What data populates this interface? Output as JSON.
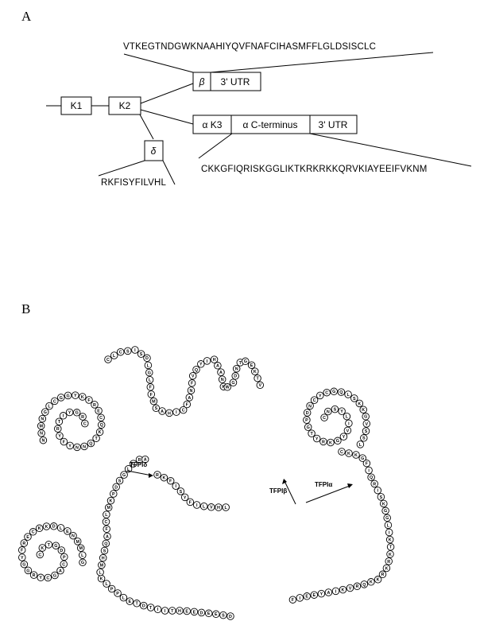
{
  "panel_a": {
    "label": "A",
    "boxes": {
      "k1": "K1",
      "k2": "K2",
      "beta_symbol": "β",
      "beta_utr": "3' UTR",
      "alpha_k3": "α K3",
      "alpha_cterm": "α C-terminus",
      "alpha_utr": "3' UTR",
      "delta_symbol": "δ"
    },
    "sequences": {
      "beta": "VTKEGTNDGWKNAAHIYQVFNAFCIHASMFFLGLDSISCLC",
      "alpha": "CKKGFIQRISKGGLIKTKRKRKKQRVKIAYEEIFVKNM",
      "delta": "RKFISYFILVHL"
    }
  },
  "panel_b": {
    "label": "B",
    "isoforms": {
      "delta": "TFPIδ",
      "beta": "TFPIβ",
      "alpha": "TFPIα"
    },
    "chains": {
      "beta_arm": "CLCSISDLGLFFMSAHICFANFVQYIHAANKWGDNTGEKTV",
      "delta_tail": "RKFISYFILVHL",
      "alpha_tail": "CKKGFIQRISKGGLIKTKRKRKKQRVKIAYEEIFVKNM",
      "kunitz1_loop": "CKTGDPCAGCYRGGYFRECKKDLENMMLGNEECFGDPETKCQYTRLVEVCPIRGILT",
      "kunitz2_loop": "CRGYITRYFYNNQTKQCERFKYGGCLGNMNNFETLEECKNICEDGPNGFQVDNYGTQLNAVNNSLTPQSTKVPSLF",
      "kunitz3_loop": "CNSYLIVYGKRYTGPDNCYCGQLSKKGVSSLKNRRFKLLIQSGREFKCPIVA",
      "lead_in": "DSEEDEEHTIITDTELPPLKLMHSQAFCLMKPDSGLCRA"
    }
  }
}
